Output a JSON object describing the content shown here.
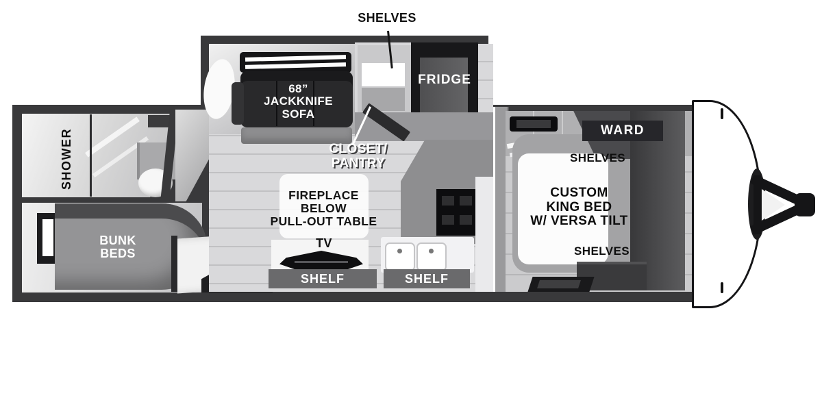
{
  "diagram": {
    "type": "rv-travel-trailer-floorplan",
    "orientation": "hitch-right",
    "rooms": [
      "shower room",
      "bunk room",
      "living-galley area",
      "front bedroom"
    ]
  },
  "labels": {
    "shelves_top": "SHELVES",
    "jackknife_sofa": "68”\nJACKKNIFE\nSOFA",
    "fridge": "FRIDGE",
    "closet_pantry": "CLOSET/\nPANTRY",
    "fireplace_table": "FIREPLACE\nBELOW\nPULL-OUT TABLE",
    "tv": "TV",
    "shelf_left": "SHELF",
    "shelf_right": "SHELF",
    "shower": "SHOWER",
    "bunk_beds": "BUNK\nBEDS",
    "ward": "WARD",
    "shelves_bedroom_top": "SHELVES",
    "shelves_bedroom_bottom": "SHELVES",
    "king_bed": "CUSTOM\nKING BED\nW/ VERSA TILT"
  },
  "colors": {
    "wall": "#39393b",
    "floor_plank_light": "#d9d9db",
    "floor_plank_seam": "#c1c1c3",
    "bedroom_floor": "#cbcbcd",
    "furniture_dark": "#1c1c1e",
    "badge_gray": "#6a6a6c",
    "wardrobe_gray": "#4a4a4d",
    "label_black": "#111111",
    "label_white": "#ffffff",
    "front_cap": "#ffffff"
  }
}
